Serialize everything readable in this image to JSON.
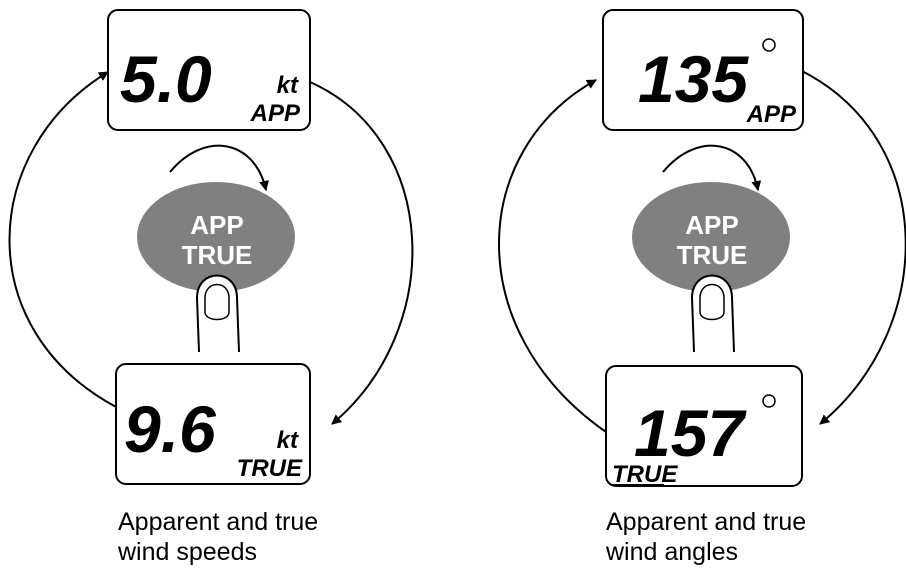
{
  "colors": {
    "button_fill": "#808080",
    "button_text": "#ffffff",
    "ink": "#000000",
    "background": "#ffffff"
  },
  "panels": [
    {
      "top_display": {
        "value": "5.0",
        "unit": "kt",
        "mode": "APP"
      },
      "button": {
        "line1": "APP",
        "line2": "TRUE"
      },
      "bottom_display": {
        "value": "9.6",
        "unit": "kt",
        "mode": "TRUE"
      },
      "caption": {
        "line1": "Apparent and true",
        "line2": "wind speeds"
      }
    },
    {
      "top_display": {
        "value": "135",
        "unit": "°",
        "mode": "APP"
      },
      "button": {
        "line1": "APP",
        "line2": "TRUE"
      },
      "bottom_display": {
        "value": "157",
        "unit": "°",
        "mode": "TRUE"
      },
      "caption": {
        "line1": "Apparent and true",
        "line2": "wind angles"
      }
    }
  ]
}
